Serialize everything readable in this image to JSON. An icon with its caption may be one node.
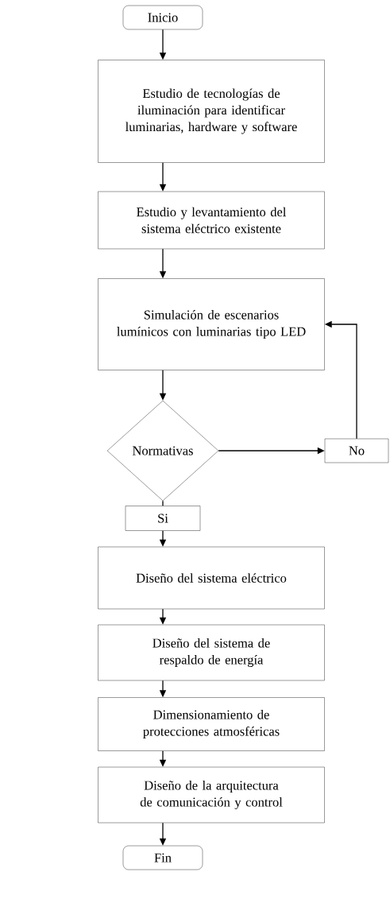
{
  "diagram": {
    "nodes": [
      {
        "text": [
          "Inicio"
        ]
      },
      {
        "text": [
          "Estudio de tecnologías de iluminación para identificar luminarias, hardware y software"
        ]
      },
      {
        "text": [
          "Estudio y levantamiento del sistema eléctrico existente"
        ]
      },
      {
        "text": [
          "Simulación de escenarios lumínicos con luminarias tipo LED"
        ]
      },
      {
        "text": [
          "Normativas"
        ]
      },
      {
        "text": [
          "No"
        ]
      },
      {
        "text": [
          "Si"
        ]
      },
      {
        "text": [
          "Diseño del sistema eléctrico"
        ]
      },
      {
        "text": [
          "Diseño del sistema de respaldo de energía"
        ]
      },
      {
        "text": [
          "Dimensionamiento de protecciones atmosféricas"
        ]
      },
      {
        "text": [
          "Diseño de la arquitectura de comunicación y control"
        ]
      },
      {
        "text": [
          "Fin"
        ]
      }
    ],
    "edges": [
      {
        "from": 0,
        "to": 1,
        "arrow": "to"
      },
      {
        "from": 1,
        "to": 2,
        "arrow": "to"
      },
      {
        "from": 2,
        "to": 3,
        "arrow": "to"
      },
      {
        "from": 3,
        "to": 4,
        "arrow": "to"
      },
      {
        "from": 4,
        "to": 5,
        "arrow": "to"
      },
      {
        "from": 5,
        "to": 3,
        "arrow": "to"
      },
      {
        "from": 4,
        "to": 6,
        "arrow": "none"
      },
      {
        "from": 6,
        "to": 7,
        "arrow": "to"
      },
      {
        "from": 7,
        "to": 8,
        "arrow": "to"
      },
      {
        "from": 8,
        "to": 9,
        "arrow": "to"
      },
      {
        "from": 9,
        "to": 10,
        "arrow": "to"
      },
      {
        "from": 10,
        "to": 11,
        "arrow": "to"
      }
    ]
  }
}
